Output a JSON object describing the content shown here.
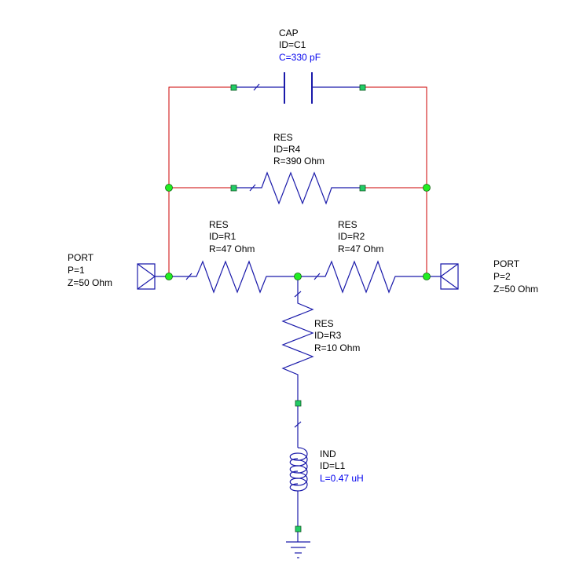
{
  "components": {
    "c1": {
      "type": "CAP",
      "id": "ID=C1",
      "value": "C=330 pF"
    },
    "r4": {
      "type": "RES",
      "id": "ID=R4",
      "value": "R=390 Ohm"
    },
    "r1": {
      "type": "RES",
      "id": "ID=R1",
      "value": "R=47 Ohm"
    },
    "r2": {
      "type": "RES",
      "id": "ID=R2",
      "value": "R=47 Ohm"
    },
    "r3": {
      "type": "RES",
      "id": "ID=R3",
      "value": "R=10 Ohm"
    },
    "l1": {
      "type": "IND",
      "id": "ID=L1",
      "value": "L=0.47 uH"
    },
    "port1": {
      "type": "PORT",
      "id": "P=1",
      "value": "Z=50 Ohm"
    },
    "port2": {
      "type": "PORT",
      "id": "P=2",
      "value": "Z=50 Ohm"
    }
  },
  "colors": {
    "wire": "#cc0000",
    "component": "#1a1aaa",
    "node": "#22ee22",
    "pin": "#22cc66",
    "param_text": "#0000ee"
  }
}
